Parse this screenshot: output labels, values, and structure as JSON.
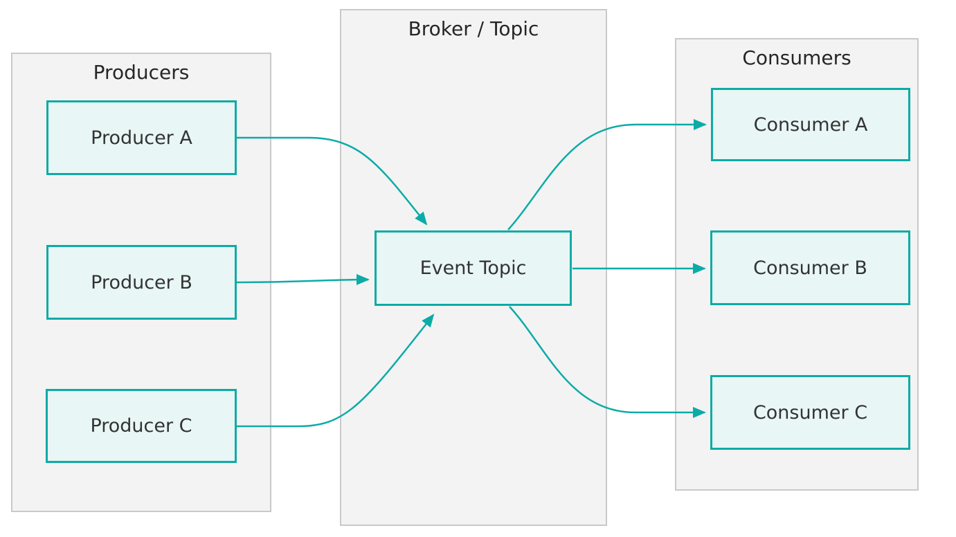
{
  "diagram": {
    "groups": {
      "producers": {
        "title": "Producers",
        "nodes": {
          "a": {
            "label": "Producer A"
          },
          "b": {
            "label": "Producer B"
          },
          "c": {
            "label": "Producer C"
          }
        }
      },
      "broker": {
        "title": "Broker / Topic",
        "nodes": {
          "topic": {
            "label": "Event Topic"
          }
        }
      },
      "consumers": {
        "title": "Consumers",
        "nodes": {
          "a": {
            "label": "Consumer A"
          },
          "b": {
            "label": "Consumer B"
          },
          "c": {
            "label": "Consumer C"
          }
        }
      }
    },
    "edges": [
      {
        "from": "Producer A",
        "to": "Event Topic"
      },
      {
        "from": "Producer B",
        "to": "Event Topic"
      },
      {
        "from": "Producer C",
        "to": "Event Topic"
      },
      {
        "from": "Event Topic",
        "to": "Consumer A"
      },
      {
        "from": "Event Topic",
        "to": "Consumer B"
      },
      {
        "from": "Event Topic",
        "to": "Consumer C"
      }
    ],
    "colors": {
      "accent_teal": "#0caba6",
      "node_fill": "#e8f6f5",
      "group_fill": "#f3f3f3",
      "group_border": "#c9c9c9",
      "text": "#303030",
      "background": "#ffffff"
    }
  }
}
